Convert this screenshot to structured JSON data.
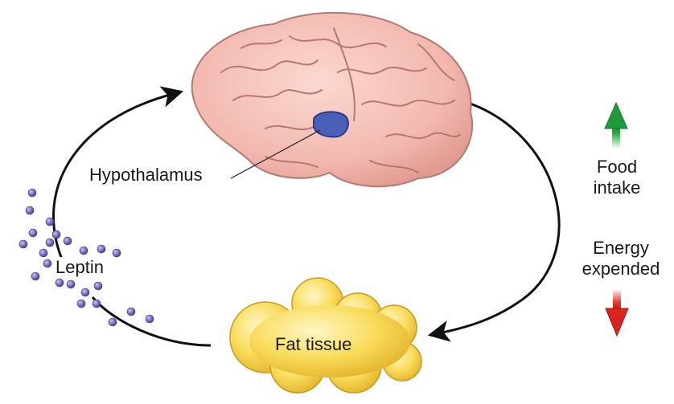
{
  "labels": {
    "hypothalamus": "Hypothalamus",
    "leptin": "Leptin",
    "fat_tissue": "Fat tissue",
    "food_intake": [
      "Food",
      "intake"
    ],
    "energy_expended": [
      "Energy",
      "expended"
    ]
  },
  "indicators": {
    "food_intake_arrow": {
      "direction": "up",
      "color": "#1f9a3a"
    },
    "energy_expended_arrow": {
      "direction": "down",
      "color": "#d8261f"
    }
  },
  "colors": {
    "brain": "#f2b9b0",
    "hypothalamus": "#4a5fb8",
    "fat": "#f7d654",
    "leptin_dots": "#6f63b8",
    "cycle_arrows": "#111111"
  }
}
